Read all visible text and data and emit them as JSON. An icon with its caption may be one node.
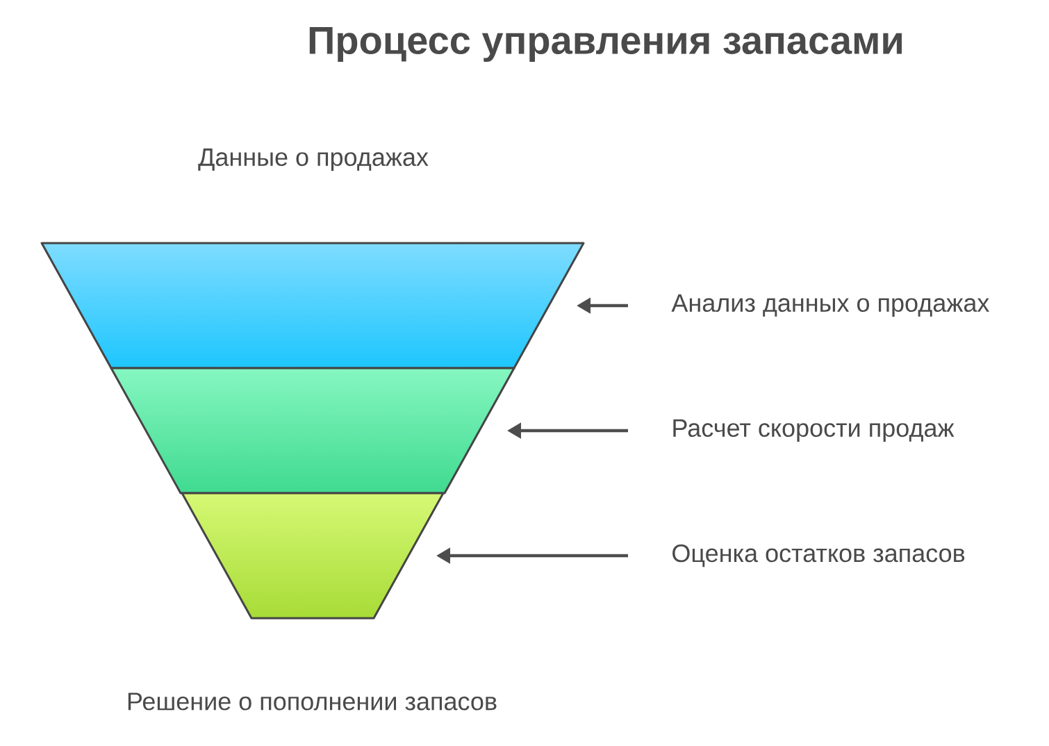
{
  "diagram": {
    "title": "Процесс управления запасами",
    "nodes": [
      {
        "text": [],
        "shape": "trapezoid"
      },
      {
        "text": [
          "Анализ данных о продажах"
        ]
      },
      {
        "text": [],
        "shape": "trapezoid"
      },
      {
        "text": [
          "Расчет скорости продаж"
        ]
      },
      {
        "text": [],
        "shape": "trapezoid"
      },
      {
        "text": [
          "Оценка остатков запасов"
        ]
      }
    ],
    "edges": [
      {
        "from": 1,
        "to": 0,
        "arrow": "to"
      },
      {
        "from": 3,
        "to": 2,
        "arrow": "to"
      },
      {
        "from": 5,
        "to": 4,
        "arrow": "to"
      }
    ],
    "labels": [
      "Данные о продажах",
      "Решение о пополнении запасов"
    ]
  }
}
